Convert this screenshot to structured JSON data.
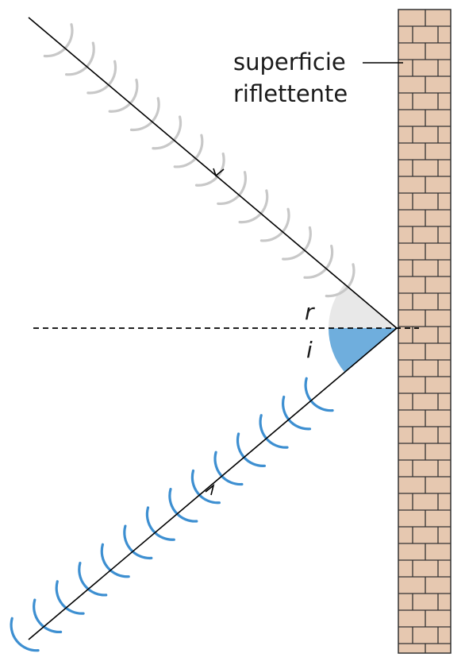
{
  "labels": {
    "surface_line1": "superficie",
    "surface_line2": "riflettente",
    "reflected_angle": "r",
    "incident_angle": "i"
  },
  "colors": {
    "incident_wave": "#3d8fd1",
    "reflected_wave": "#c8c8c8",
    "incident_angle_fill": "#6faedd",
    "reflected_angle_fill": "#e8e8e8",
    "brick_fill": "#e6c8b0",
    "brick_line": "#333333",
    "ray": "#000000"
  }
}
